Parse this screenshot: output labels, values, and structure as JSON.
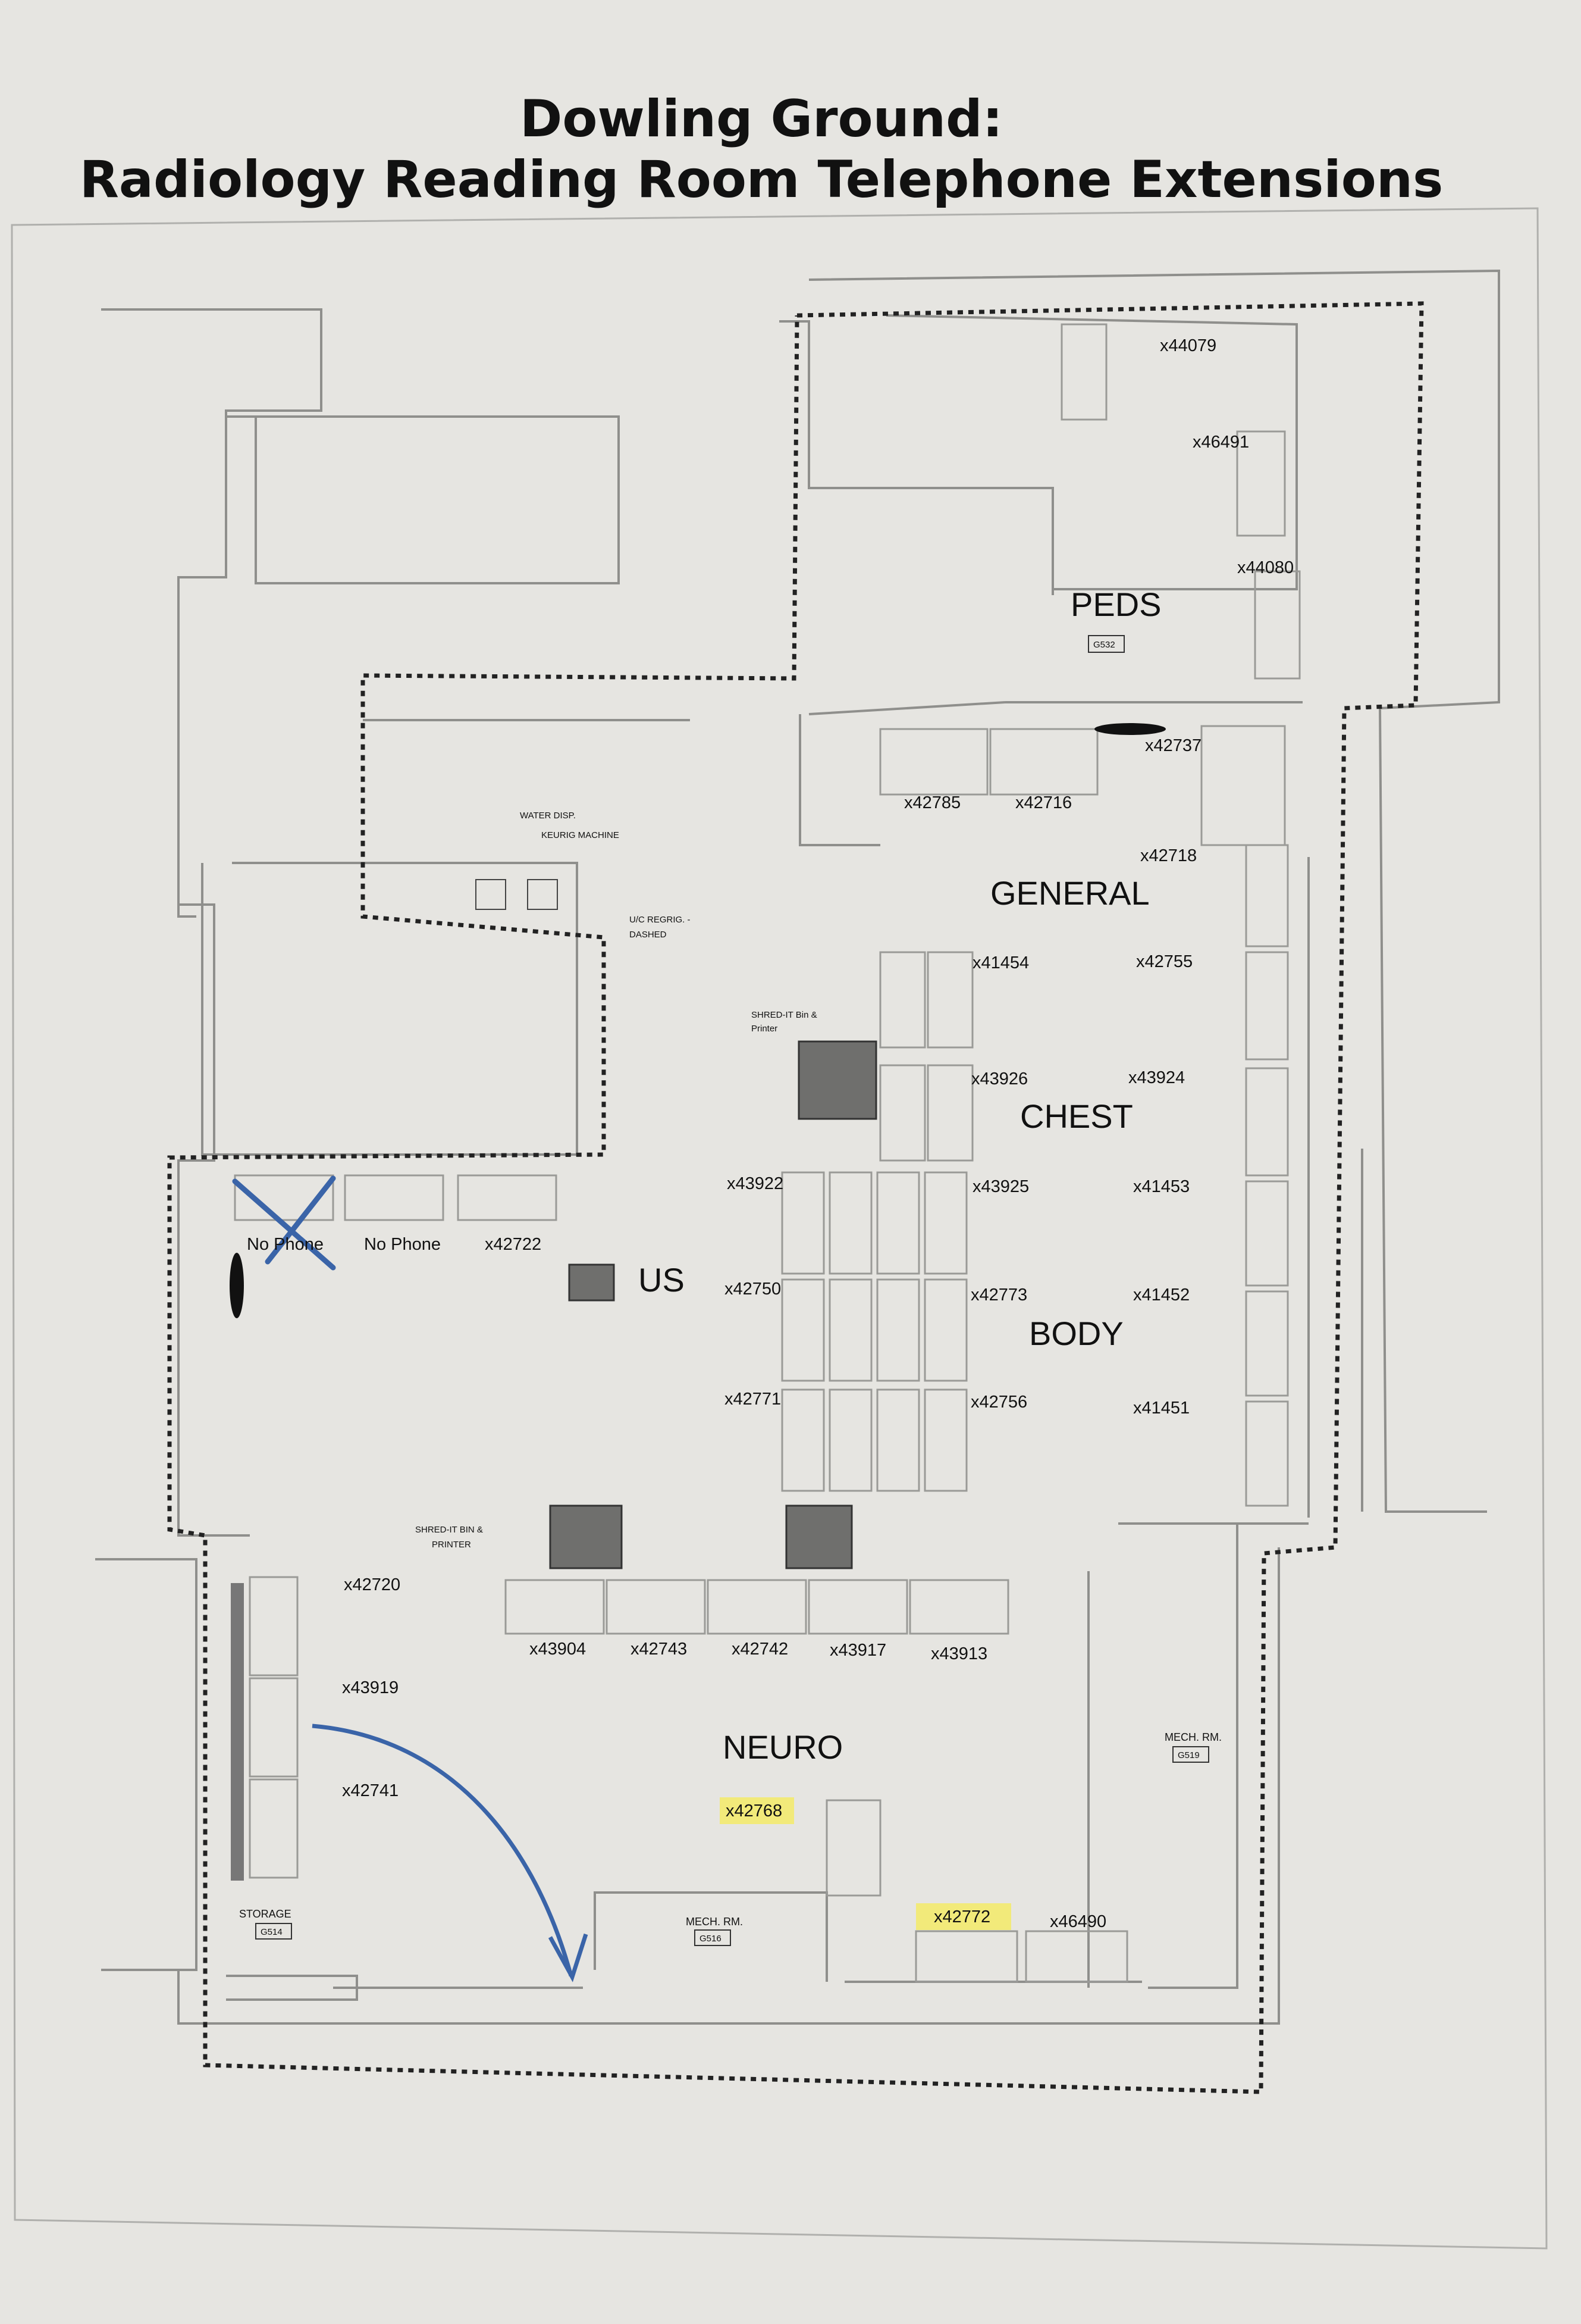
{
  "title": {
    "line1": "Dowling Ground:",
    "line2": "Radiology Reading Room Telephone Extensions"
  },
  "zones": {
    "peds": "PEDS",
    "general": "GENERAL",
    "chest": "CHEST",
    "body": "BODY",
    "us": "US",
    "neuro": "NEURO"
  },
  "room_tags": {
    "peds": "G532",
    "mech_rm_right": "MECH. RM.",
    "mech_rm_right_tag": "G519",
    "mech_rm_bottom": "MECH. RM.",
    "mech_rm_bottom_tag": "G516",
    "storage": "STORAGE",
    "storage_tag": "G514"
  },
  "annotations": {
    "water_disp": "WATER DISP.",
    "keurig": "KEURIG MACHINE",
    "ucregrig_1": "U/C REGRIG. -",
    "ucregrig_2": "DASHED",
    "shred_top_1": "SHRED-IT Bin &",
    "shred_top_2": "Printer",
    "shred_bottom_1": "SHRED-IT BIN &",
    "shred_bottom_2": "PRINTER"
  },
  "extensions": {
    "peds": [
      "x44079",
      "x46491",
      "x44080"
    ],
    "general": [
      "x42737",
      "x42785",
      "x42716",
      "x42718"
    ],
    "chest": [
      "x41454",
      "x42755",
      "x43926",
      "x43924"
    ],
    "body": [
      "x43922",
      "x43925",
      "x41453",
      "x42750",
      "x42773",
      "x41452",
      "x42771",
      "x42756",
      "x41451"
    ],
    "us": [
      "No Phone",
      "No Phone",
      "x42722"
    ],
    "neuro_left": [
      "x42720",
      "x43919",
      "x42741"
    ],
    "neuro_row": [
      "x43904",
      "x42743",
      "x42742",
      "x43917",
      "x43913"
    ],
    "neuro_other": [
      "x42768",
      "x42772",
      "x46490"
    ]
  },
  "colors": {
    "highlight": "#f2ea7a",
    "pen_blue": "#3a64a8",
    "wall": "#8a8a8a",
    "gray_box": "#6f6f6d"
  }
}
